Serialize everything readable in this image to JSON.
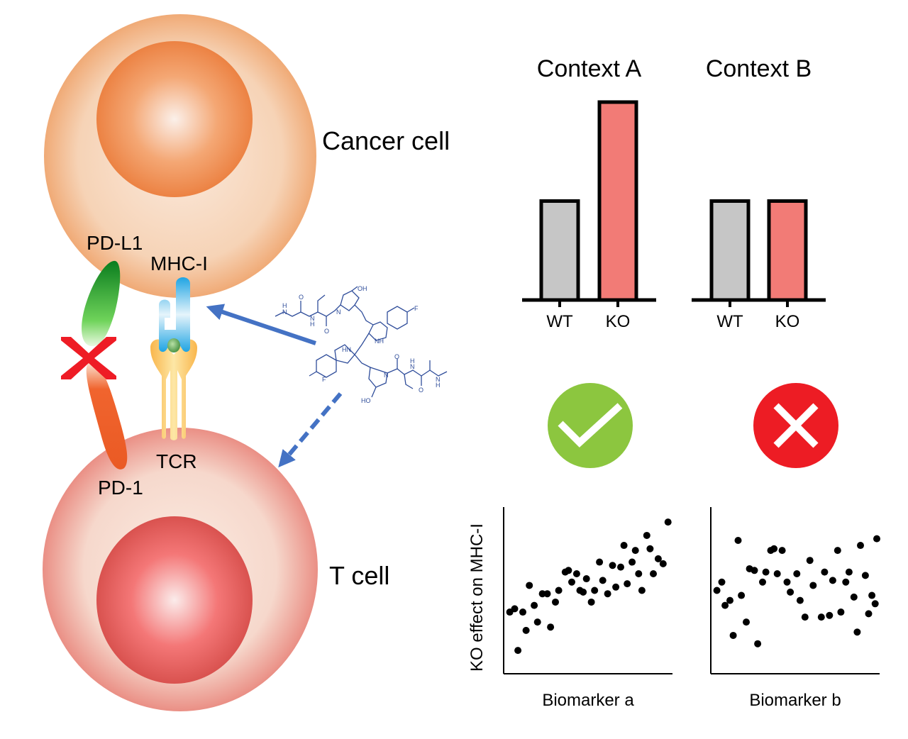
{
  "labels": {
    "cancer_cell": "Cancer cell",
    "t_cell": "T cell",
    "pdl1": "PD-L1",
    "mhc1": "MHC-I",
    "tcr": "TCR",
    "pd1": "PD-1"
  },
  "molecule": {
    "atoms": [
      "H",
      "N",
      "O",
      "N",
      "H",
      "O",
      "N",
      "OH",
      "F",
      "NH",
      "HN",
      "F",
      "N",
      "O",
      "HO",
      "H",
      "N",
      "O",
      "N",
      "H"
    ]
  },
  "outcomes": [
    {
      "context": "Context A",
      "icon": "check-circle-icon",
      "color": "#8cc63f"
    },
    {
      "context": "Context B",
      "icon": "x-circle-icon",
      "color": "#ed1c24"
    }
  ],
  "colors": {
    "wt_bar": "#c6c6c6",
    "ko_bar": "#f27b76",
    "arrow": "#4472c4",
    "block_x": "#ee1c25"
  },
  "chart_data": [
    {
      "type": "bar",
      "title": "Context A",
      "categories": [
        "WT",
        "KO"
      ],
      "values": [
        1.0,
        2.0
      ],
      "ylim": [
        0,
        2.1
      ],
      "xlabel": "",
      "ylabel": ""
    },
    {
      "type": "bar",
      "title": "Context B",
      "categories": [
        "WT",
        "KO"
      ],
      "values": [
        1.0,
        1.0
      ],
      "ylim": [
        0,
        2.1
      ],
      "xlabel": "",
      "ylabel": ""
    },
    {
      "type": "scatter",
      "title": "",
      "xlabel": "Biomarker a",
      "ylabel": "KO effect on MHC-I",
      "xlim": [
        0,
        1
      ],
      "ylim": [
        0,
        1
      ],
      "points": [
        [
          0.02,
          0.37
        ],
        [
          0.05,
          0.39
        ],
        [
          0.1,
          0.37
        ],
        [
          0.07,
          0.14
        ],
        [
          0.12,
          0.26
        ],
        [
          0.14,
          0.53
        ],
        [
          0.17,
          0.41
        ],
        [
          0.19,
          0.31
        ],
        [
          0.22,
          0.48
        ],
        [
          0.25,
          0.48
        ],
        [
          0.27,
          0.28
        ],
        [
          0.3,
          0.43
        ],
        [
          0.32,
          0.5
        ],
        [
          0.36,
          0.61
        ],
        [
          0.38,
          0.62
        ],
        [
          0.4,
          0.55
        ],
        [
          0.43,
          0.6
        ],
        [
          0.45,
          0.5
        ],
        [
          0.47,
          0.49
        ],
        [
          0.49,
          0.57
        ],
        [
          0.52,
          0.43
        ],
        [
          0.54,
          0.5
        ],
        [
          0.57,
          0.67
        ],
        [
          0.59,
          0.56
        ],
        [
          0.62,
          0.48
        ],
        [
          0.65,
          0.65
        ],
        [
          0.67,
          0.52
        ],
        [
          0.7,
          0.64
        ],
        [
          0.72,
          0.77
        ],
        [
          0.74,
          0.54
        ],
        [
          0.77,
          0.67
        ],
        [
          0.79,
          0.74
        ],
        [
          0.81,
          0.6
        ],
        [
          0.83,
          0.5
        ],
        [
          0.86,
          0.83
        ],
        [
          0.88,
          0.75
        ],
        [
          0.9,
          0.6
        ],
        [
          0.93,
          0.69
        ],
        [
          0.96,
          0.66
        ],
        [
          0.99,
          0.91
        ]
      ]
    },
    {
      "type": "scatter",
      "title": "",
      "xlabel": "Biomarker b",
      "ylabel": "",
      "xlim": [
        0,
        1
      ],
      "ylim": [
        0,
        1
      ],
      "points": [
        [
          0.02,
          0.5
        ],
        [
          0.05,
          0.55
        ],
        [
          0.07,
          0.41
        ],
        [
          0.1,
          0.44
        ],
        [
          0.12,
          0.23
        ],
        [
          0.15,
          0.8
        ],
        [
          0.17,
          0.47
        ],
        [
          0.2,
          0.31
        ],
        [
          0.22,
          0.63
        ],
        [
          0.25,
          0.62
        ],
        [
          0.27,
          0.18
        ],
        [
          0.3,
          0.55
        ],
        [
          0.32,
          0.61
        ],
        [
          0.35,
          0.74
        ],
        [
          0.37,
          0.75
        ],
        [
          0.39,
          0.6
        ],
        [
          0.42,
          0.74
        ],
        [
          0.45,
          0.55
        ],
        [
          0.47,
          0.49
        ],
        [
          0.51,
          0.6
        ],
        [
          0.53,
          0.44
        ],
        [
          0.56,
          0.34
        ],
        [
          0.59,
          0.68
        ],
        [
          0.61,
          0.53
        ],
        [
          0.66,
          0.34
        ],
        [
          0.68,
          0.61
        ],
        [
          0.71,
          0.35
        ],
        [
          0.73,
          0.56
        ],
        [
          0.76,
          0.74
        ],
        [
          0.78,
          0.37
        ],
        [
          0.81,
          0.55
        ],
        [
          0.83,
          0.61
        ],
        [
          0.86,
          0.46
        ],
        [
          0.88,
          0.25
        ],
        [
          0.9,
          0.77
        ],
        [
          0.93,
          0.59
        ],
        [
          0.95,
          0.36
        ],
        [
          0.97,
          0.47
        ],
        [
          0.99,
          0.42
        ],
        [
          1.0,
          0.81
        ]
      ]
    }
  ]
}
